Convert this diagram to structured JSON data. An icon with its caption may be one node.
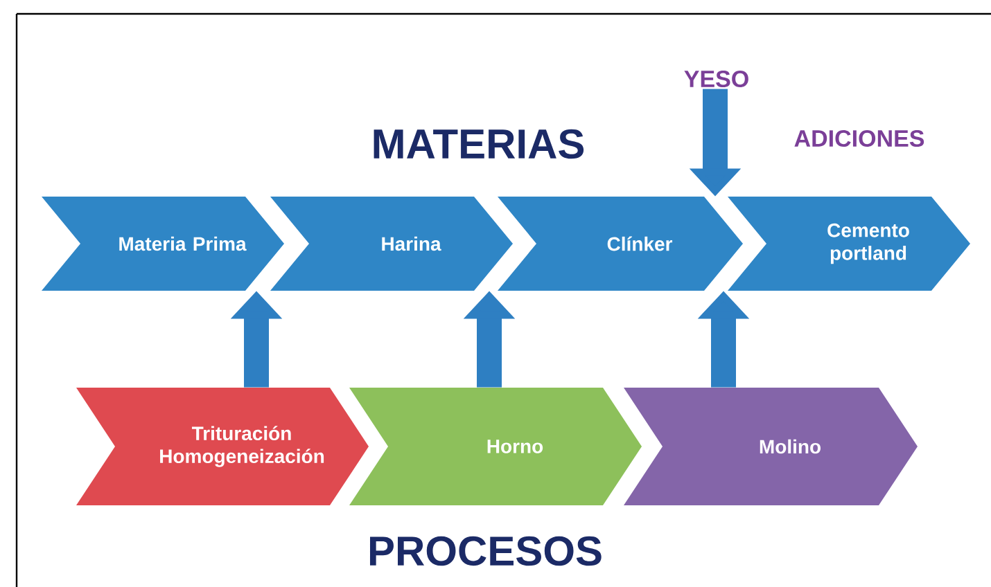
{
  "diagram": {
    "nodes": [
      {
        "text": [
          "Materia Prima"
        ]
      },
      {
        "text": [
          "Harina"
        ]
      },
      {
        "text": [
          "Clínker"
        ]
      },
      {
        "text": [
          "Cemento portland"
        ]
      },
      {
        "text": [
          "Trituración",
          "Homogeneización"
        ]
      },
      {
        "text": [
          "Horno"
        ]
      },
      {
        "text": [
          "Molino"
        ]
      },
      {
        "text": [
          "YESO"
        ]
      }
    ],
    "edges": [
      {
        "from": 4,
        "to": 0,
        "arrow": "to"
      },
      {
        "from": 5,
        "to": 1,
        "arrow": "to"
      },
      {
        "from": 6,
        "to": 2,
        "arrow": "to"
      },
      {
        "from": 7,
        "to": 2,
        "arrow": "to"
      }
    ],
    "labels": [
      "MATERIAS",
      "ADICIONES",
      "PROCESOS"
    ]
  }
}
